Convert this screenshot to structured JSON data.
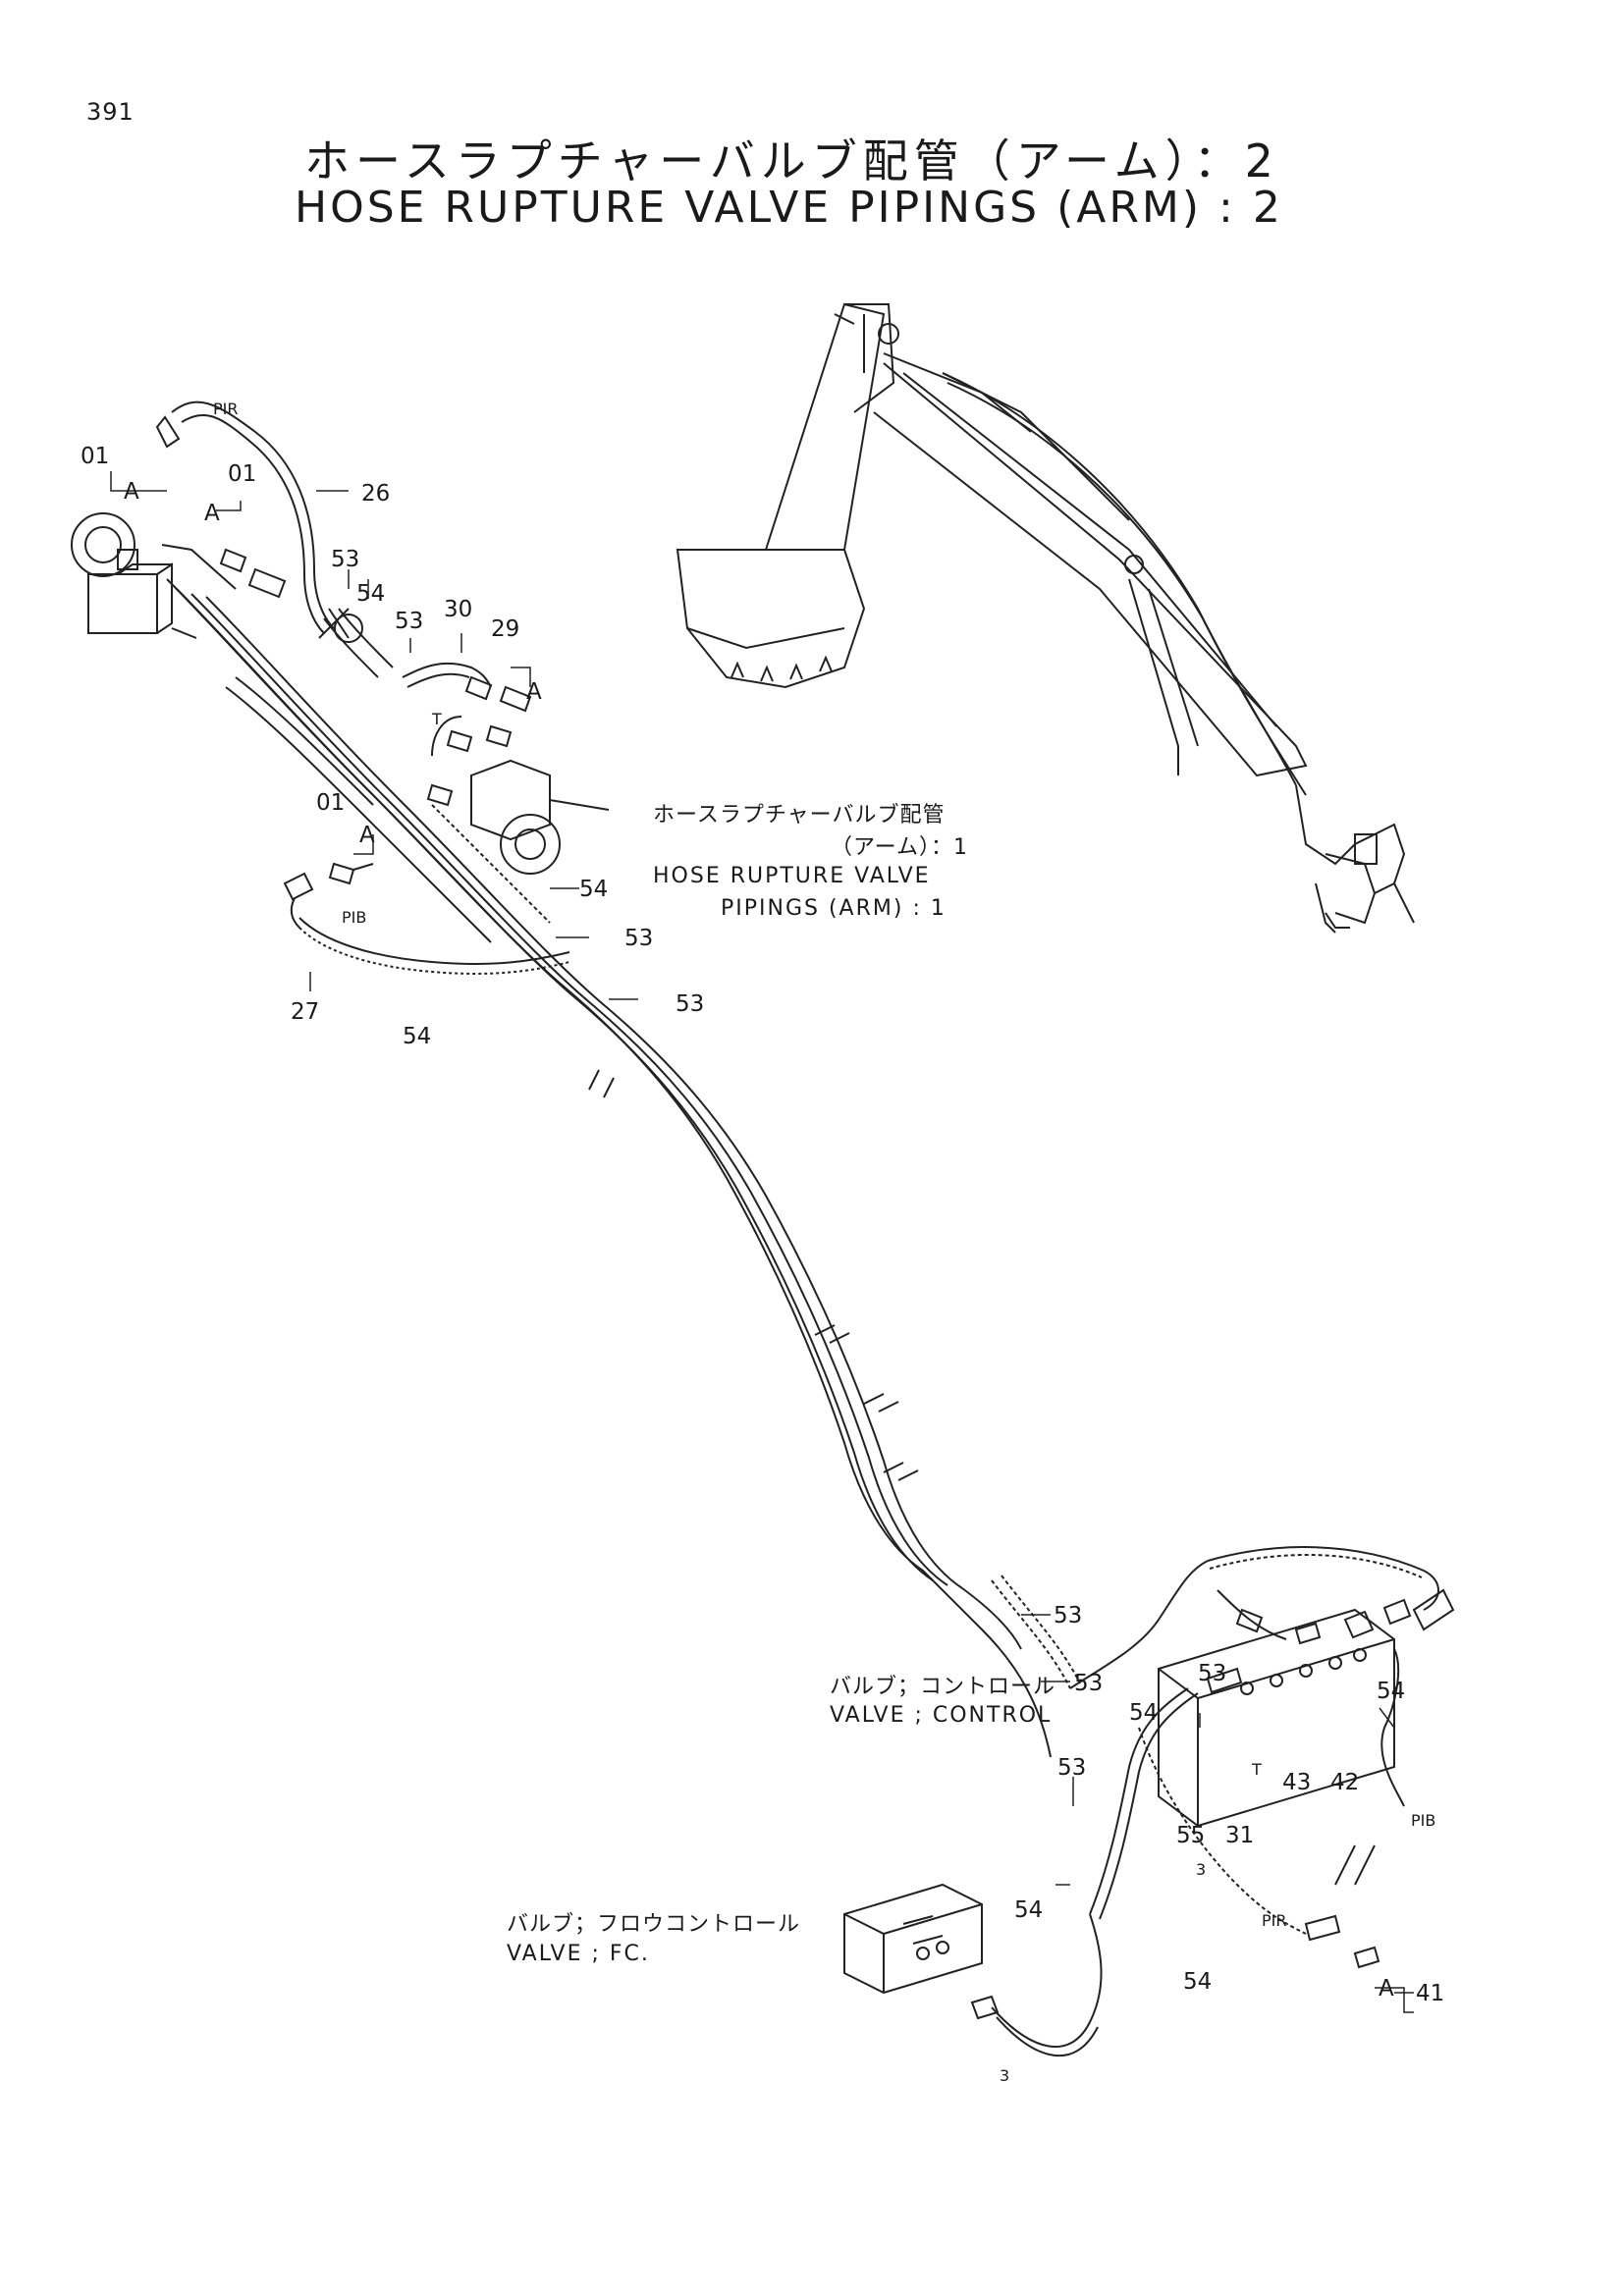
{
  "page_number": "391",
  "title_ja": "ホースラプチャーバルブ配管（アーム）：2",
  "title_en": "HOSE RUPTURE VALVE PIPINGS (ARM) : 2",
  "reference_note": {
    "ja_line1": "ホースラプチャーバルブ配管",
    "ja_line2": "（アーム）：1",
    "en_line1": "HOSE RUPTURE VALVE",
    "en_line2": "PIPINGS (ARM) : 1"
  },
  "control_valve": {
    "ja": "バルブ；コントロール",
    "en": "VALVE ; CONTROL"
  },
  "fc_valve": {
    "ja": "バルブ；フロウコントロール",
    "en": "VALVE ; FC."
  },
  "port_labels": {
    "pir_top": "PIR",
    "pib_left": "PIB",
    "pib_right": "PIB",
    "pir_bottom": "PIR",
    "t_top": "T",
    "t_bottom": "T",
    "port3_a": "3",
    "port3_b": "3"
  },
  "detail_marks": {
    "a1": "A",
    "a2": "A",
    "a3": "A",
    "a4": "A",
    "a5": "A"
  },
  "callouts": {
    "c01a": "01",
    "c01b": "01",
    "c01c": "01",
    "c26": "26",
    "c53a": "53",
    "c54a": "54",
    "c53b": "53",
    "c30": "30",
    "c29": "29",
    "c54b": "54",
    "c53c": "53",
    "c53d": "53",
    "c27": "27",
    "c54c": "54",
    "c53e": "53",
    "c53f": "53",
    "c53g": "53",
    "c54d": "54",
    "c53h": "53",
    "c54e": "54",
    "c43": "43",
    "c42": "42",
    "c55": "55",
    "c31": "31",
    "c54f": "54",
    "c54g": "54",
    "c41": "41"
  }
}
